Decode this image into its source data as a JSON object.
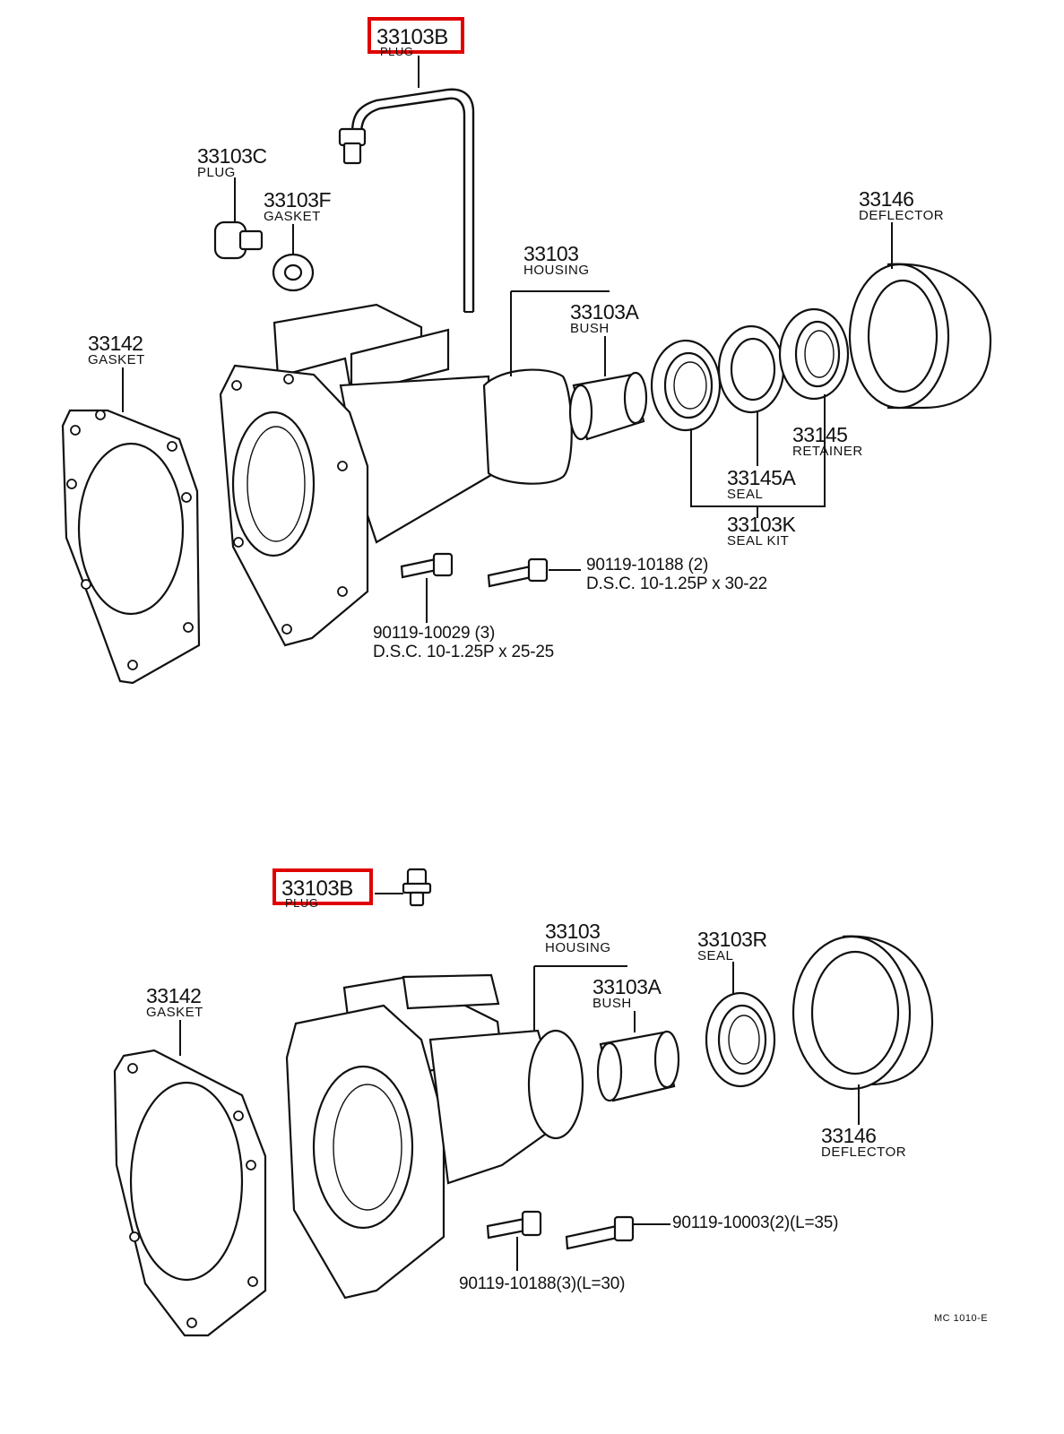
{
  "upper": {
    "plug_b": {
      "number": "33103B",
      "name": "PLUG"
    },
    "plug_c": {
      "number": "33103C",
      "name": "PLUG"
    },
    "gasket_f": {
      "number": "33103F",
      "name": "GASKET"
    },
    "deflector": {
      "number": "33146",
      "name": "DEFLECTOR"
    },
    "housing": {
      "number": "33103",
      "name": "HOUSING"
    },
    "bush": {
      "number": "33103A",
      "name": "BUSH"
    },
    "gasket": {
      "number": "33142",
      "name": "GASKET"
    },
    "retainer": {
      "number": "33145",
      "name": "RETAINER"
    },
    "seal": {
      "number": "33145A",
      "name": "SEAL"
    },
    "seal_kit": {
      "number": "33103K",
      "name": "SEAL KIT"
    },
    "bolt_a": {
      "line1": "90119-10188 (2)",
      "line2": "D.S.C. 10-1.25P x 30-22"
    },
    "bolt_b": {
      "line1": "90119-10029 (3)",
      "line2": "D.S.C. 10-1.25P x 25-25"
    }
  },
  "lower": {
    "plug_b": {
      "number": "33103B",
      "name": "PLUG"
    },
    "housing": {
      "number": "33103",
      "name": "HOUSING"
    },
    "seal": {
      "number": "33103R",
      "name": "SEAL"
    },
    "gasket": {
      "number": "33142",
      "name": "GASKET"
    },
    "bush": {
      "number": "33103A",
      "name": "BUSH"
    },
    "deflector": {
      "number": "33146",
      "name": "DEFLECTOR"
    },
    "bolt_a": {
      "line1": "90119-10003(2)(L=35)"
    },
    "bolt_b": {
      "line1": "90119-10188(3)(L=30)"
    }
  },
  "diagram_code": "MC  1010-E",
  "colors": {
    "highlight": "#e00000",
    "ink": "#111111",
    "background": "#ffffff"
  }
}
